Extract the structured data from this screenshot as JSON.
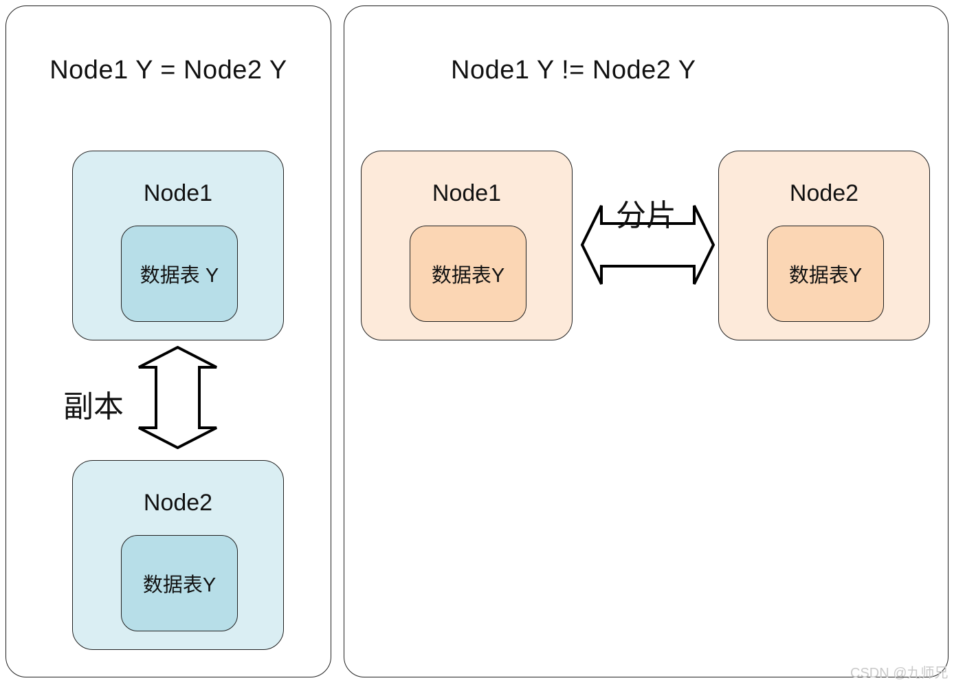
{
  "left_panel": {
    "title": "Node1 Y = Node2 Y",
    "arrow_label": "副本",
    "nodes": [
      {
        "name": "Node1",
        "table": "数据表 Y"
      },
      {
        "name": "Node2",
        "table": "数据表Y"
      }
    ]
  },
  "right_panel": {
    "title": "Node1 Y != Node2 Y",
    "arrow_label": "分片",
    "nodes": [
      {
        "name": "Node1",
        "table": "数据表Y"
      },
      {
        "name": "Node2",
        "table": "数据表Y"
      }
    ]
  },
  "watermark": "CSDN @九师兄",
  "colors": {
    "left_node_fill": "#daeef3",
    "left_table_fill": "#b7dee8",
    "right_node_fill": "#fdeada",
    "right_table_fill": "#fbd6b4",
    "outline": "#1f1f1f",
    "watermark": "#c9c9c9"
  }
}
